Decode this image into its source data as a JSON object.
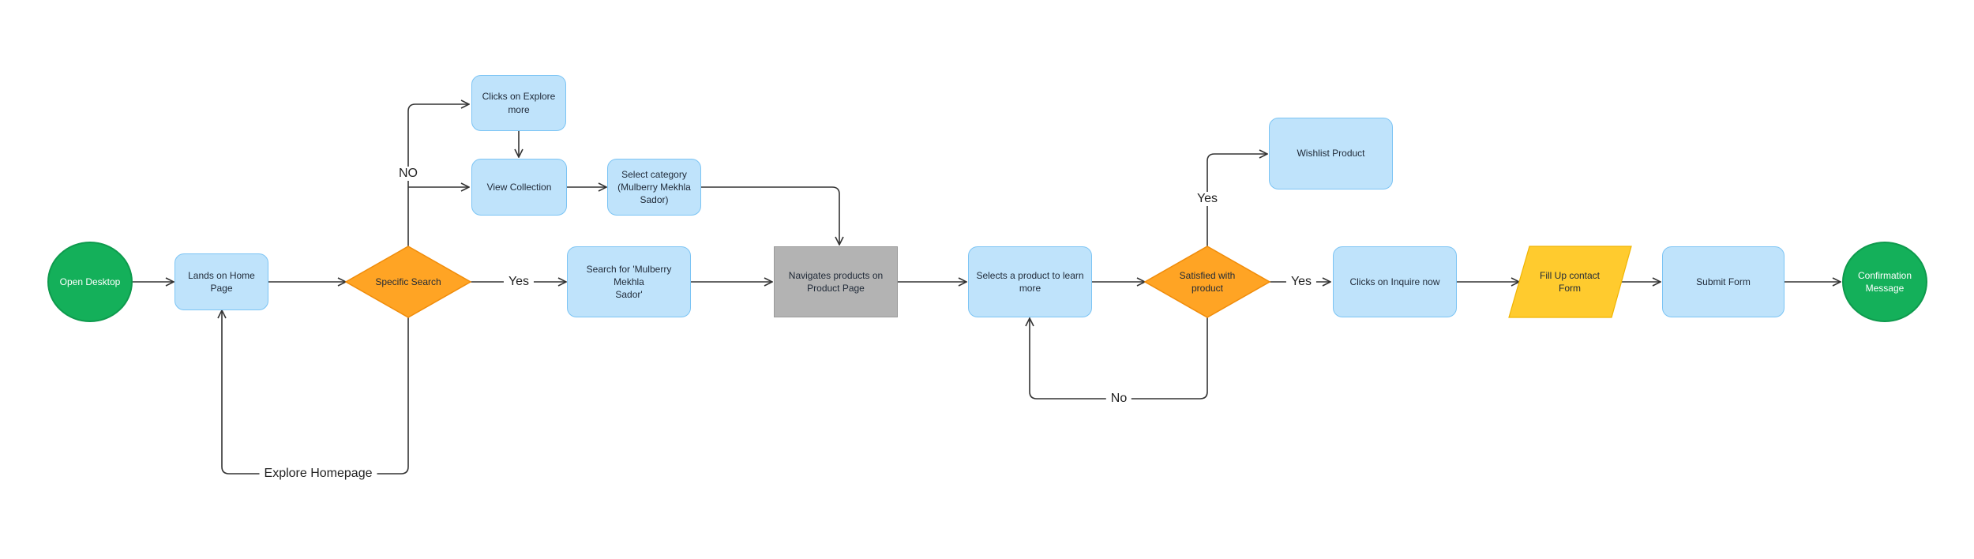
{
  "colors": {
    "terminal": "#14b05a",
    "process": "#bfe3fb",
    "process_border": "#7cc4f4",
    "decision": "#ffa424",
    "io": "#ffcb2e",
    "page": "#b3b3b3",
    "line": "#333333"
  },
  "nodes": {
    "open_desktop": "Open Desktop",
    "lands_home": "Lands on Home Page",
    "specific_search": "Specific Search",
    "clicks_explore": "Clicks on Explore\nmore",
    "view_collection": "View Collection",
    "select_category": "Select category\n(Mulberry Mekhla\nSador)",
    "search_mulberry": "Search for 'Mulberry Mekhla\nSador'",
    "navigates_products": "Navigates products on\nProduct Page",
    "selects_product": "Selects a product to learn\nmore",
    "satisfied": "Satisfied with\nproduct",
    "wishlist": "Wishlist Product",
    "inquire": "Clicks on Inquire now",
    "fill_form": "Fill Up contact\nForm",
    "submit_form": "Submit Form",
    "confirmation": "Confirmation\nMessage"
  },
  "labels": {
    "no_top": "NO",
    "yes_search": "Yes",
    "explore_homepage": "Explore Homepage",
    "yes_wishlist": "Yes",
    "yes_inquire": "Yes",
    "no_loop": "No"
  }
}
